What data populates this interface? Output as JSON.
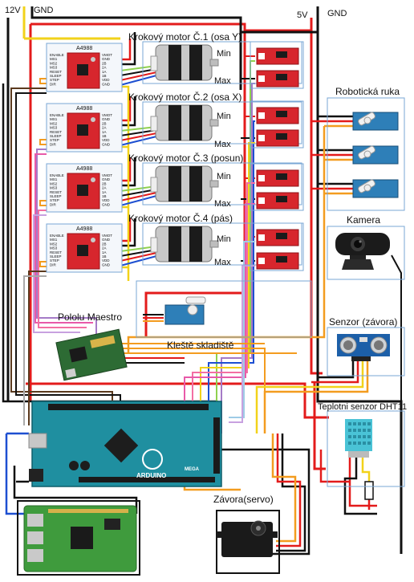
{
  "rails": {
    "v12": "12V",
    "gnd_left": "GND",
    "v5": "5V",
    "gnd_right": "GND"
  },
  "driver_chip": "A4988",
  "driver_pins_left": [
    "ENABLE",
    "MS1",
    "MS2",
    "MS3",
    "RESET",
    "SLEEP",
    "STEP",
    "DIR"
  ],
  "driver_pins_right": [
    "VMOT",
    "GND",
    "2B",
    "2A",
    "1A",
    "1B",
    "VDD",
    "GND"
  ],
  "motors": [
    {
      "title": "Krokový motor Č.1 (osa Y)",
      "min": "Min",
      "max": "Max"
    },
    {
      "title": "Krokový motor Č.2 (osa X)",
      "min": "Min",
      "max": "Max"
    },
    {
      "title": "Krokový motor Č.3 (posun)",
      "min": "Min",
      "max": "Max"
    },
    {
      "title": "Krokový motor Č.4 (pás)",
      "min": "Min",
      "max": "Max"
    }
  ],
  "modules": {
    "robotic_arm": "Robotická ruka",
    "camera": "Kamera",
    "sensor": "Senzor (závora)",
    "temp_sensor": "Teplotni senzor DHT11",
    "pololu": "Pololu Maestro",
    "gripper": "Kleště skladiště",
    "barrier_servo": "Závora(servo)",
    "arduino": "ARDUINO",
    "arduino_model": "MEGA"
  },
  "colors": {
    "power": "#e31b1b",
    "ground": "#111111",
    "v5": "#e31b1b",
    "signal_orange": "#f39c1f",
    "signal_yellow": "#f3e51f",
    "board_blue": "#1f8fa0",
    "driver_red": "#d7262d",
    "module_frame": "#7aa7d6"
  }
}
